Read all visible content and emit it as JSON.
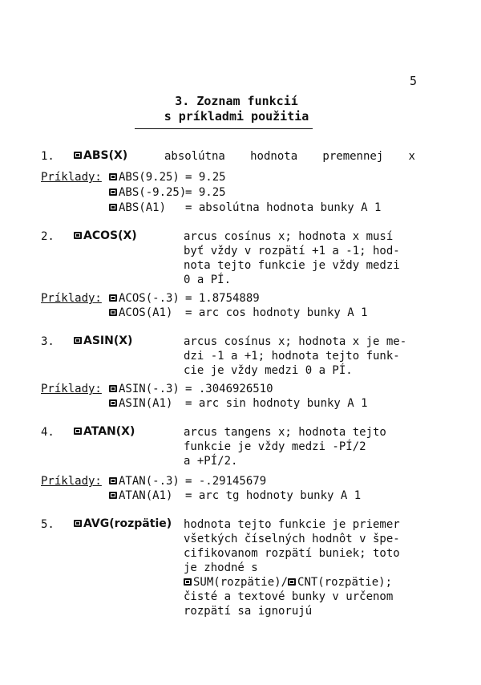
{
  "page_number": "5",
  "title_line1": "3. Zoznam funkcií",
  "title_line2": "s príkladmi použitia",
  "examples_label": "Príklady:",
  "sections": [
    {
      "number": "1.",
      "name": "ABS(X)",
      "description": [
        "absolútna",
        "hodnota",
        "premennej",
        "x"
      ],
      "examples": [
        {
          "expr": "ABS(9.25)",
          "result": "= 9.25"
        },
        {
          "expr": "ABS(-9.25)",
          "result": "= 9.25"
        },
        {
          "expr": "ABS(A1)",
          "result": "= absolútna hodnota bunky A 1"
        }
      ]
    },
    {
      "number": "2.",
      "name": "ACOS(X)",
      "description": [
        "arcus cosínus x; hodnota x musí",
        "byť vždy v rozpätí +1 a -1; hod-",
        "nota tejto funkcie je vždy medzi",
        "0 a PÍ."
      ],
      "examples": [
        {
          "expr": "ACOS(-.3)",
          "result": "= 1.8754889"
        },
        {
          "expr": "ACOS(A1)",
          "result": "= arc cos hodnoty bunky A 1"
        }
      ]
    },
    {
      "number": "3.",
      "name": "ASIN(X)",
      "description": [
        "arcus cosínus x; hodnota x je me-",
        "dzi -1 a +1; hodnota tejto funk-",
        "cie je vždy medzi 0 a PÍ."
      ],
      "examples": [
        {
          "expr": "ASIN(-.3)",
          "result": "= .3046926510"
        },
        {
          "expr": "ASIN(A1)",
          "result": "= arc sin hodnoty bunky A 1"
        }
      ]
    },
    {
      "number": "4.",
      "name": "ATAN(X)",
      "description": [
        "arcus tangens x; hodnota tejto",
        "funkcie je vždy medzi -PÍ/2",
        "a +PÍ/2."
      ],
      "examples": [
        {
          "expr": "ATAN(-.3)",
          "result": "= -.29145679"
        },
        {
          "expr": "ATAN(A1)",
          "result": "= arc tg hodnoty bunky A 1"
        }
      ]
    },
    {
      "number": "5.",
      "name": "AVG(rozpätie)",
      "description": [
        "hodnota tejto funkcie je priemer",
        "všetkých číselných hodnôt v špe-",
        "cifikovanom rozpätí buniek; toto",
        "je zhodné s",
        "SUM(rozpätie)/",
        "CNT(rozpätie);",
        "čisté a textové bunky v určenom",
        "rozpätí sa ignorujú"
      ],
      "examples": []
    }
  ]
}
